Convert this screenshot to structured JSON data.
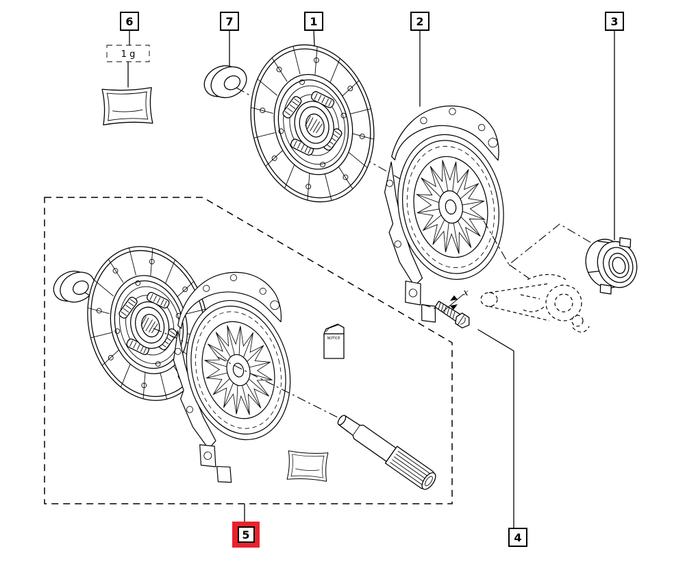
{
  "diagram": {
    "kind": "exploded-parts-diagram",
    "background": "#ffffff",
    "line_color": "#000000",
    "highlight_color": "#e8232d"
  },
  "callouts": [
    {
      "label": "6",
      "highlighted": false
    },
    {
      "label": "7",
      "highlighted": false
    },
    {
      "label": "1",
      "highlighted": false
    },
    {
      "label": "2",
      "highlighted": false
    },
    {
      "label": "3",
      "highlighted": false
    },
    {
      "label": "4",
      "highlighted": false
    },
    {
      "label": "5",
      "highlighted": true
    }
  ],
  "annotations": {
    "grease_quantity": "1 g",
    "bolt_dimension": "x",
    "booklet_label": "NOTICE"
  }
}
